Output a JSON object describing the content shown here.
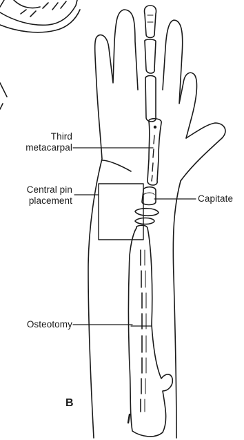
{
  "labels": {
    "third_metacarpal": [
      "Third",
      "metacarpal"
    ],
    "central_pin": [
      "Central pin",
      "placement"
    ],
    "capitate": "Capitate",
    "osteotomy": "Osteotomy",
    "panel": "B"
  }
}
